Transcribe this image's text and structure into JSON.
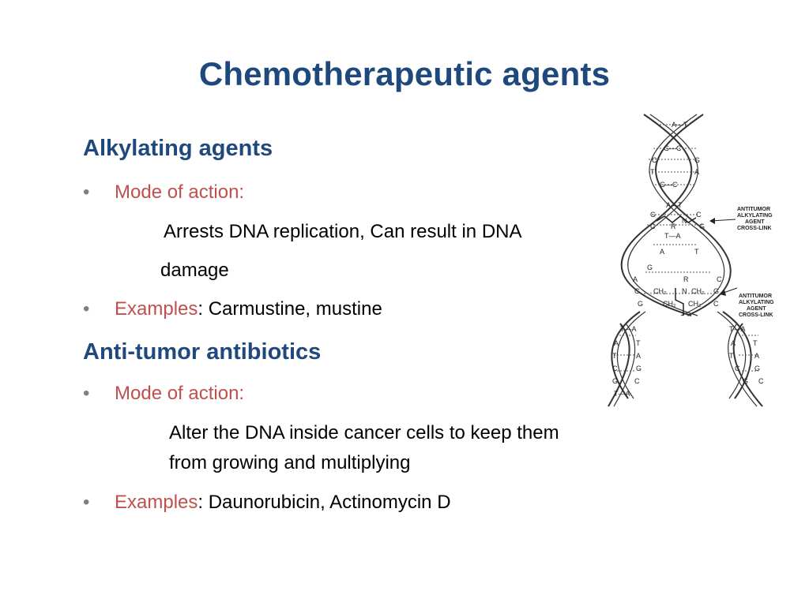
{
  "slide": {
    "title": "Chemotherapeutic agents",
    "section1": {
      "heading": "Alkylating agents",
      "bullet_dot": "•",
      "mode_label": "Mode of action:",
      "mode_text_line1": "Arrests DNA replication, Can result in DNA",
      "mode_text_line2": "damage",
      "examples_label": "Examples",
      "examples_sep": ":",
      "examples_text": " Carmustine, mustine"
    },
    "section2": {
      "heading": "Anti-tumor antibiotics",
      "bullet_dot": "•",
      "mode_label": "Mode of action:",
      "mode_text_line1": "Alter the DNA inside cancer cells to keep them",
      "mode_text_line2": "from growing and multiplying",
      "examples_label": "Examples",
      "examples_sep": ":",
      "examples_text": " Daunorubicin, Actinomycin D"
    },
    "figure": {
      "label1_line1": "ANTITUMOR",
      "label1_line2": "ALKYLATING",
      "label1_line3": "AGENT",
      "label1_line4": "CROSS-LINK",
      "label2_line1": "ANTITUMOR",
      "label2_line2": "ALKYLATING",
      "label2_line3": "AGENT",
      "label2_line4": "CROSS-LINK"
    }
  },
  "colors": {
    "title": "#1F497D",
    "heading": "#1F497D",
    "bullet_label": "#C0504D",
    "bullet_dot": "#7F7F7F",
    "body_text": "#000000"
  }
}
